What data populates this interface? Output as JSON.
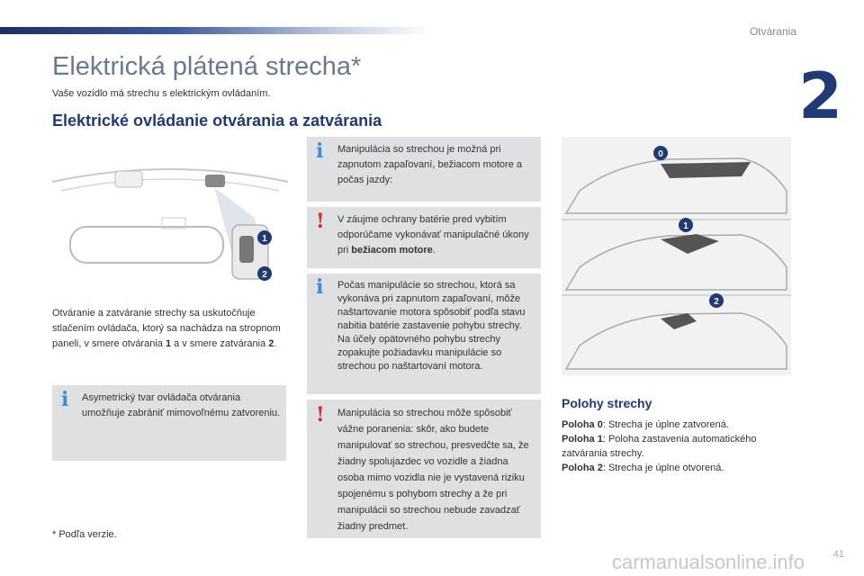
{
  "header": {
    "section": "Otvárania",
    "chapter_number": "2"
  },
  "title": "Elektrická plátená strecha*",
  "subtitle": "Vaše vozidlo má strechu s elektrickým ovládaním.",
  "heading": "Elektrické ovládanie otvárania a zatvárania",
  "left_text": {
    "part1": "Otváranie a zatváranie strechy sa uskutočňuje stlačením ovládača, ktorý sa nachádza na stropnom paneli, v smere otvárania ",
    "num1": "1",
    "part2": " a v smere zatvárania ",
    "num2": "2",
    "part3": "."
  },
  "info_box_left": "Asymetrický tvar ovládača otvárania umožňuje zabrániť mimovoľnému zatvoreniu.",
  "footnote": "* Podľa verzie.",
  "notes": [
    {
      "type": "info",
      "icon": "i",
      "text": "Manipulácia so strechou je možná pri zapnutom zapaľovaní, bežiacom motore a počas jazdy:"
    },
    {
      "type": "warning",
      "icon": "!",
      "text_pre": "V záujme ochrany batérie pred vybitím odporúčame vykonávať manipulačné úkony pri ",
      "text_bold": "bežiacom motore",
      "text_post": "."
    },
    {
      "type": "info",
      "icon": "i",
      "text": "Počas manipulácie so strechou, ktorá sa vykonáva pri zapnutom zapaľovaní, môže naštartovanie motora spôsobiť podľa stavu nabitia batérie zastavenie pohybu strechy. Na účely opätovného pohybu strechy zopakujte požiadavku manipulácie so strechou po naštartovaní motora."
    },
    {
      "type": "warning",
      "icon": "!",
      "text": "Manipulácia so strechou môže spôsobiť vážne poranenia: skôr, ako budete manipulovať so strechou, presvedčte sa, že žiadny spolujazdec vo vozidle a žiadna osoba mimo vozidla nie je vystavená riziku spojenému s pohybom strechy a že pri manipulácii so strechou nebude zavadzať žiadny predmet."
    }
  ],
  "control_badges": [
    "1",
    "2"
  ],
  "car_badges": [
    "0",
    "1",
    "2"
  ],
  "positions": {
    "heading": "Polohy strechy",
    "items": [
      {
        "label": "Poloha 0",
        "text": ": Strecha je úplne zatvorená."
      },
      {
        "label": "Poloha 1",
        "text": ": Poloha zastavenia automatického zatvárania strechy."
      },
      {
        "label": "Poloha 2",
        "text": ": Strecha je úplne otvorená."
      }
    ]
  },
  "page_number": "41",
  "watermark": "carmanualsonline.info"
}
